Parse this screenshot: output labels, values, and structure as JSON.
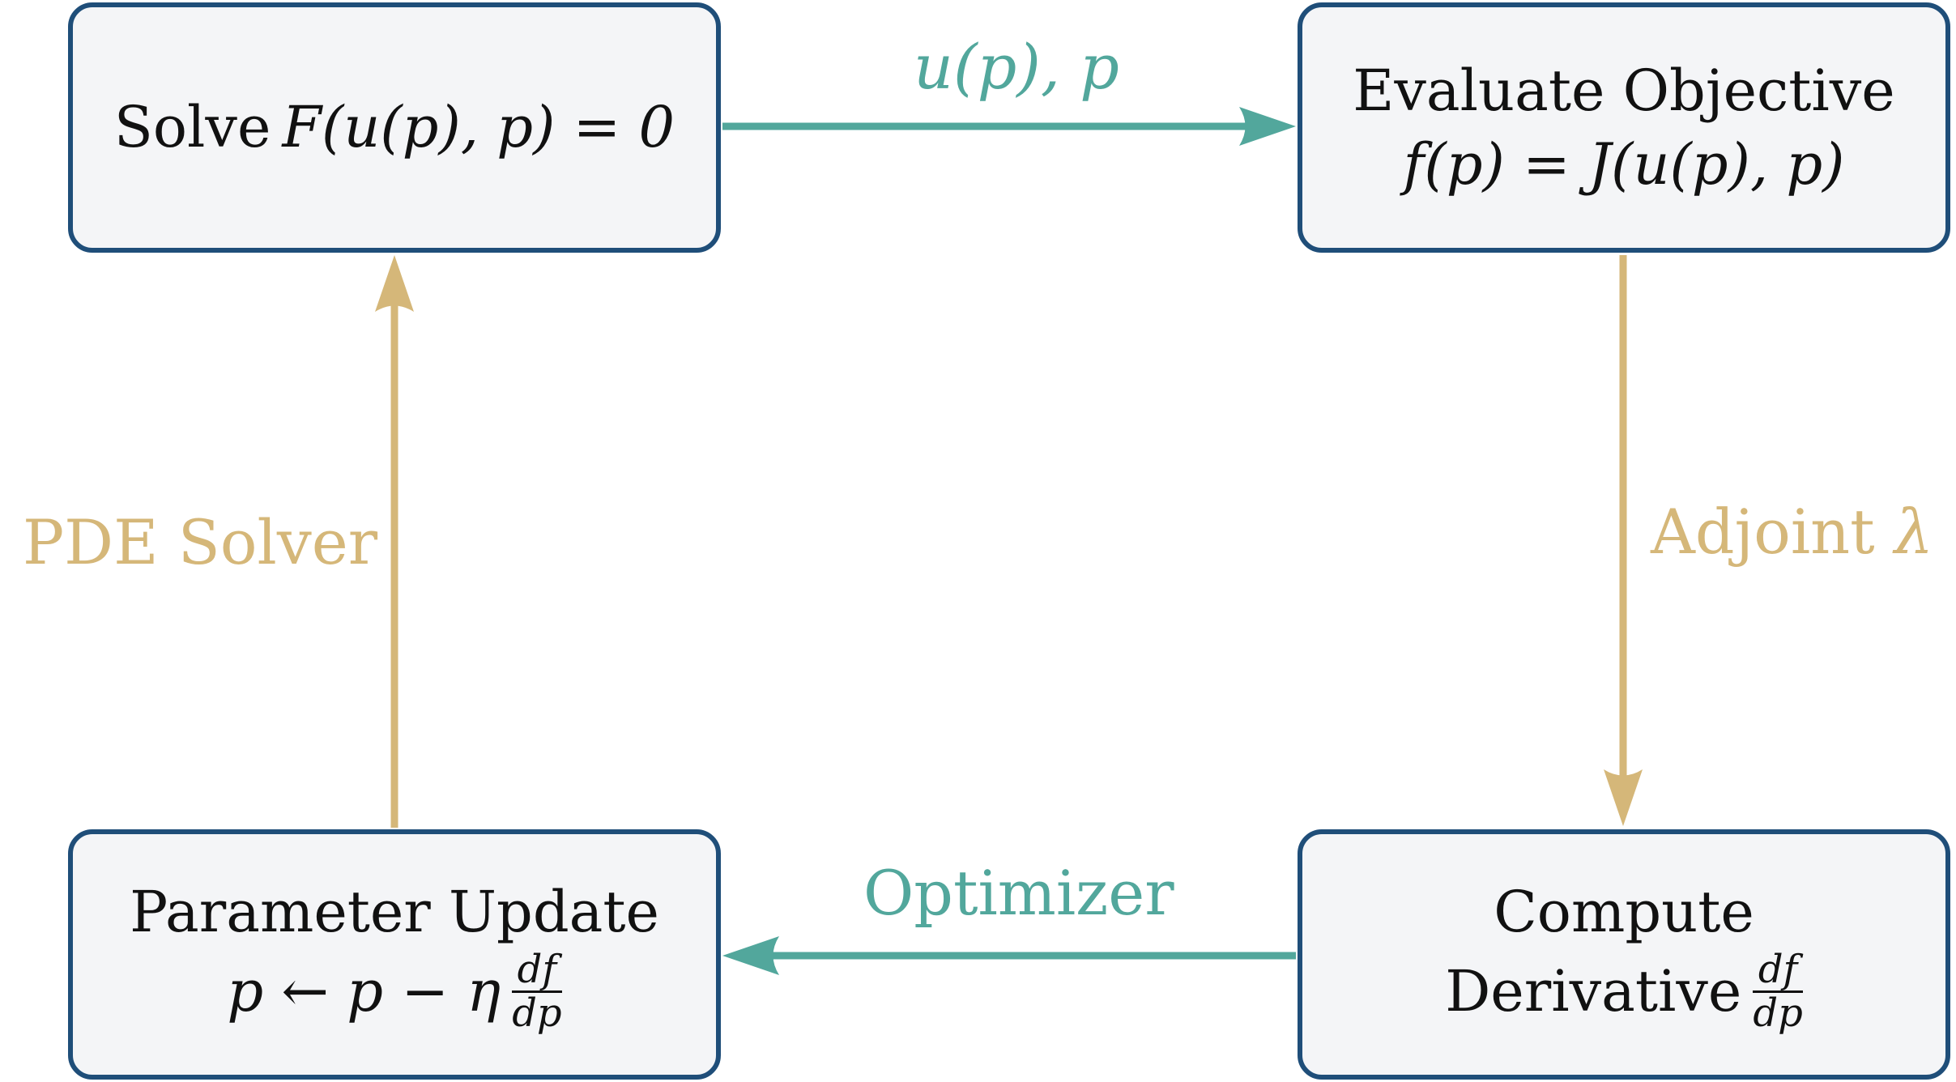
{
  "nodes": {
    "solve": {
      "prefix": "Solve",
      "equation": "F(u(p), p) = 0"
    },
    "evaluate": {
      "title": "Evaluate Objective",
      "equation": "f(p) = J(u(p), p)"
    },
    "update": {
      "title": "Parameter Update",
      "equation": "p ← p − η",
      "frac_num": "df",
      "frac_den": "dp"
    },
    "derivative": {
      "line1": "Compute",
      "line2": "Derivative",
      "frac_num": "df",
      "frac_den": "dp"
    }
  },
  "edges": {
    "top": {
      "label": "u(p), p",
      "color": "#52a79c"
    },
    "right": {
      "label_text": "Adjoint",
      "label_symbol": "λ",
      "color": "#d5b779"
    },
    "bottom": {
      "label": "Optimizer",
      "color": "#52a79c"
    },
    "left": {
      "label": "PDE Solver",
      "color": "#d5b779"
    }
  },
  "colors": {
    "node_fill": "#f4f5f7",
    "node_border": "#1f4e79"
  }
}
